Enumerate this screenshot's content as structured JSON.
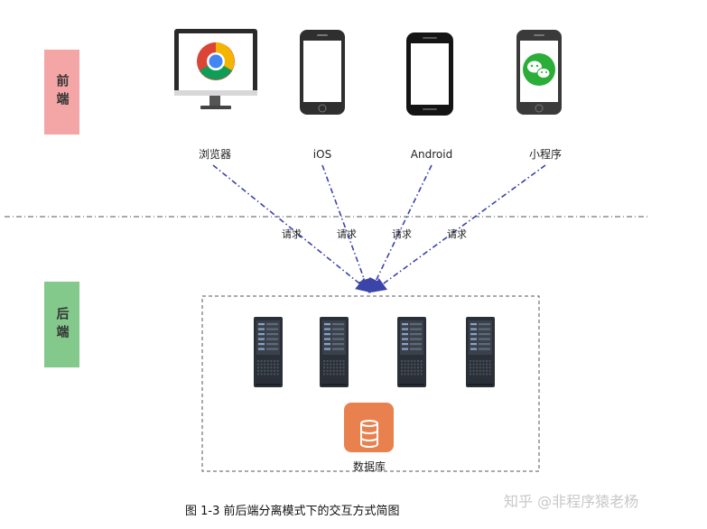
{
  "tiers": {
    "frontend": {
      "label": "前端",
      "color": "#f4a6a6"
    },
    "backend": {
      "label": "后端",
      "color": "#82c98b"
    }
  },
  "clients": [
    {
      "label": "浏览器",
      "icon": "desktop-chrome-icon"
    },
    {
      "label": "iOS",
      "icon": "iphone-icon"
    },
    {
      "label": "Android",
      "icon": "android-phone-icon"
    },
    {
      "label": "小程序",
      "icon": "wechat-mini-program-icon"
    }
  ],
  "request_label": "请求",
  "database": {
    "label": "数据库",
    "icon": "database-icon",
    "color": "#e8814e"
  },
  "servers": {
    "count": 4,
    "icon": "server-rack-icon"
  },
  "caption": "图 1-3   前后端分离模式下的交互方式简图",
  "watermark": "知乎 @非程序猿老杨",
  "colors": {
    "arrow": "#3b44a8",
    "divider": "#555555",
    "box_border": "#555555"
  }
}
